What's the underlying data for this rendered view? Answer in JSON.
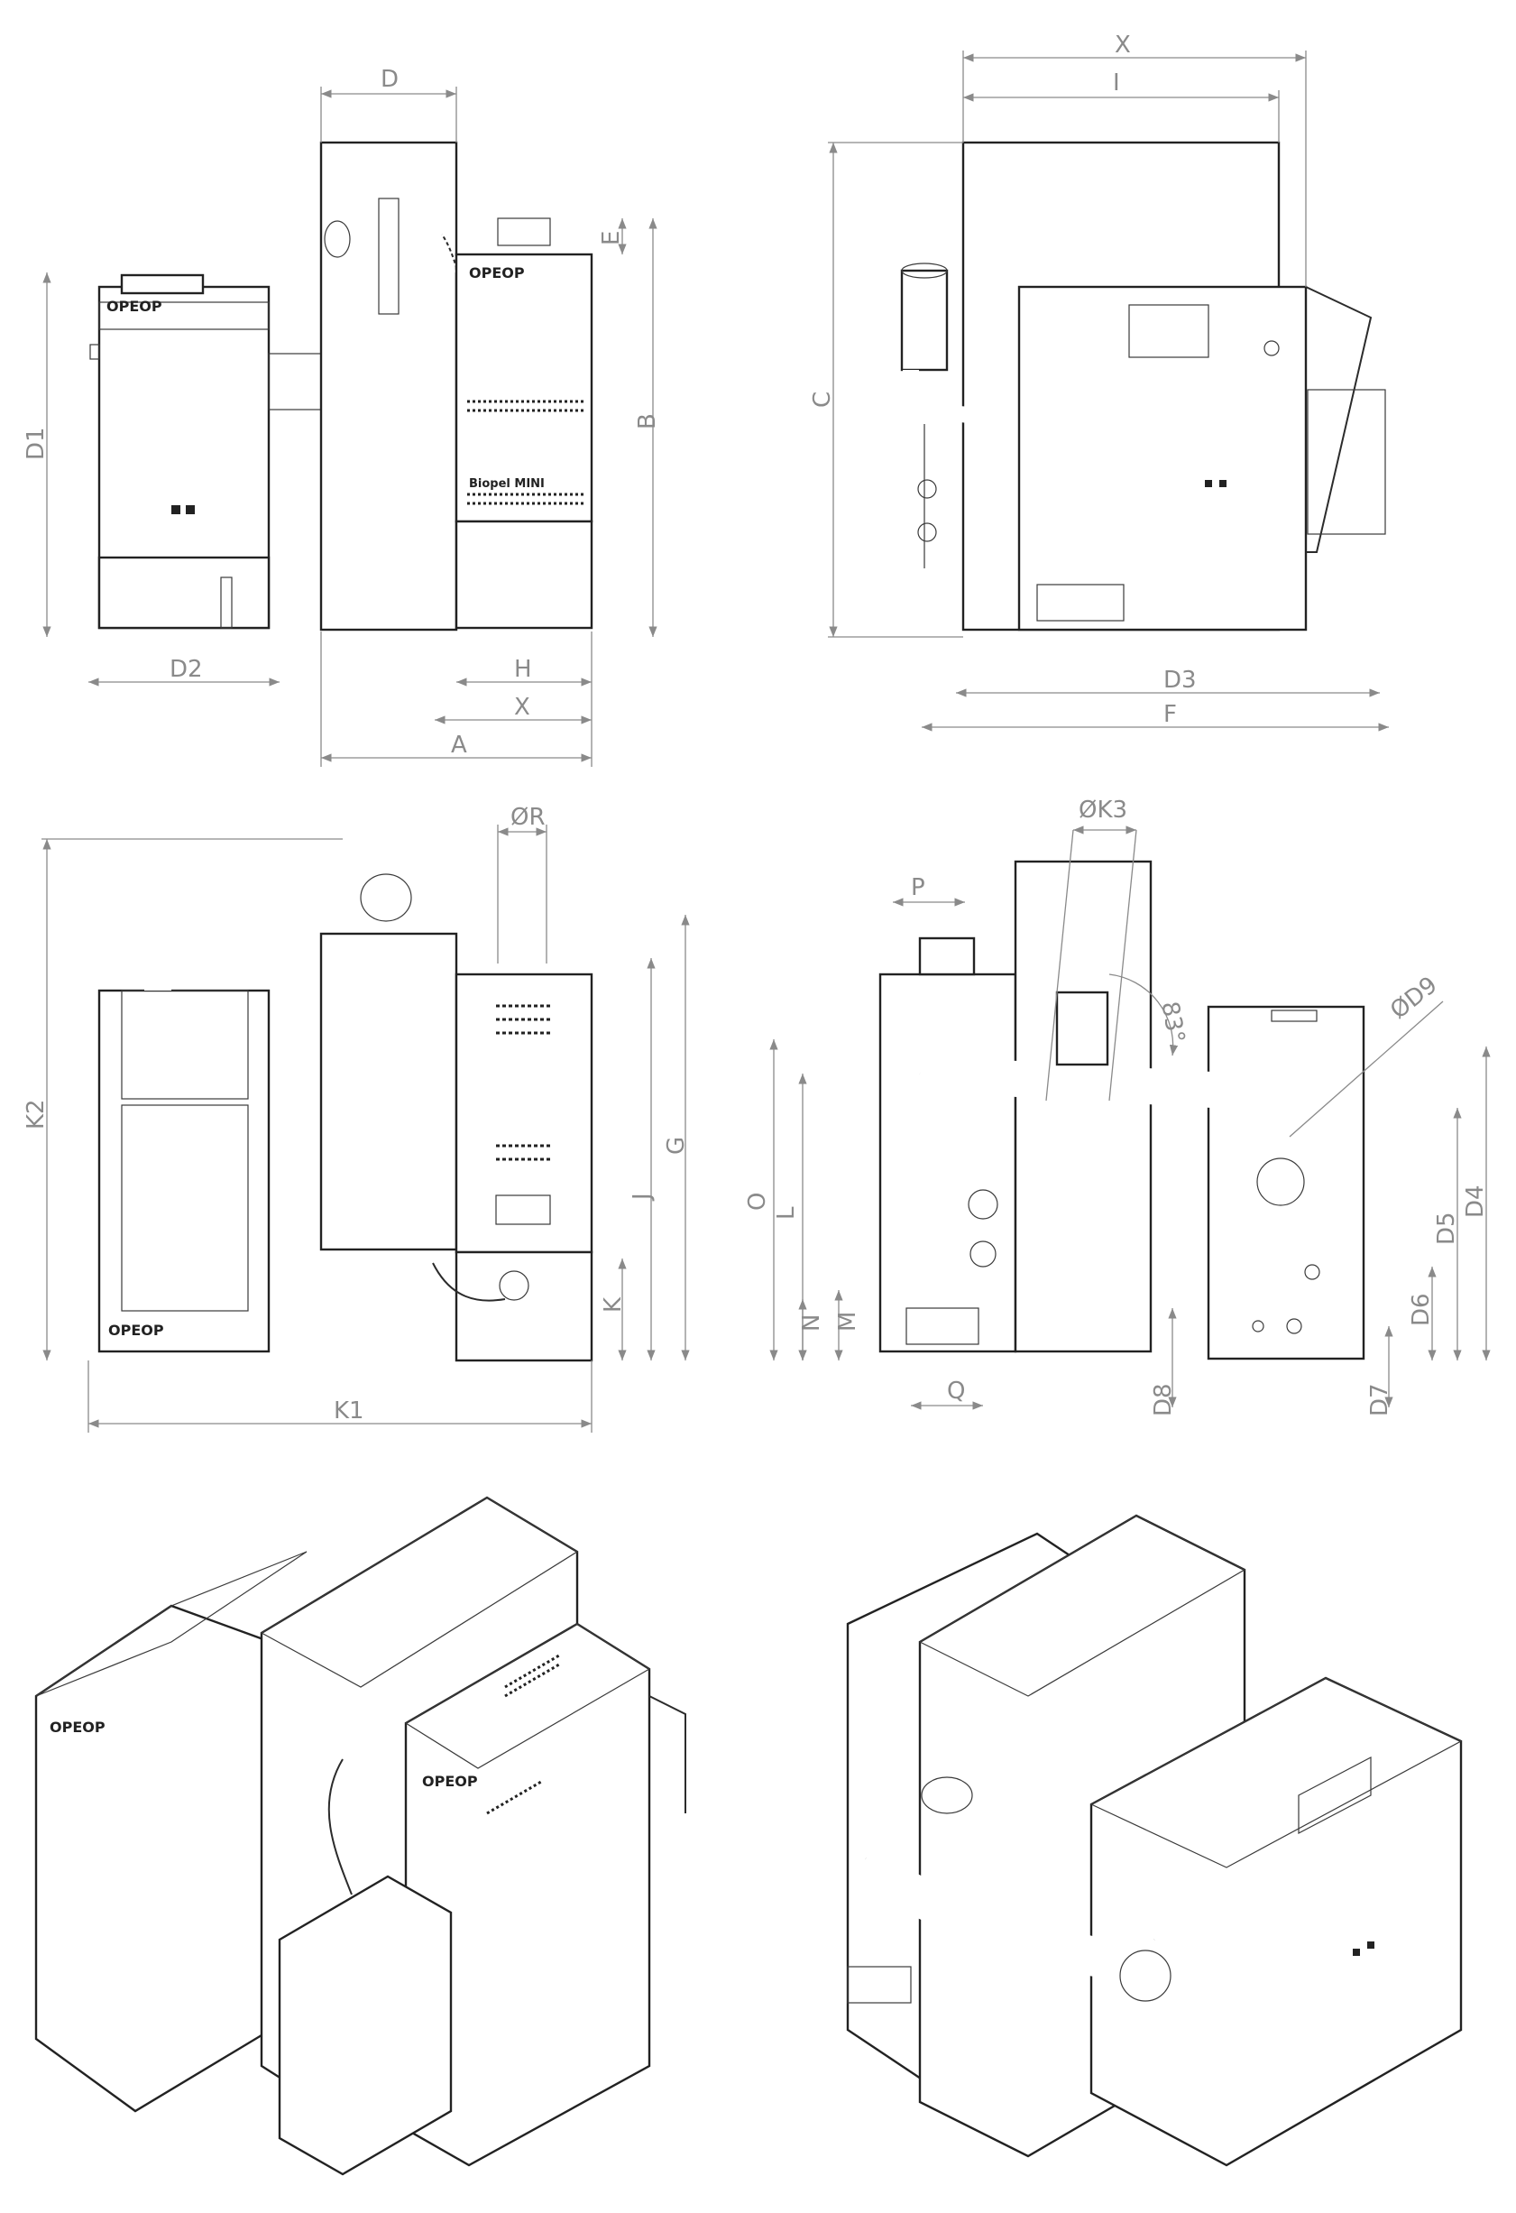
{
  "colors": {
    "line": "#222222",
    "dimension": "#8a8a8a",
    "background": "#ffffff"
  },
  "labels": {
    "D": "D",
    "E": "E",
    "B": "B",
    "D1": "D1",
    "D2": "D2",
    "H": "H",
    "X_left": "X",
    "A": "A",
    "X_top": "X",
    "I": "I",
    "C": "C",
    "D3": "D3",
    "F": "F",
    "OR": "ØR",
    "K2": "K2",
    "G": "G",
    "J": "J",
    "K": "K",
    "K1": "K1",
    "OK3": "ØK3",
    "P": "P",
    "angle": "83°",
    "OD9": "ØD9",
    "O": "O",
    "L": "L",
    "N": "N",
    "M": "M",
    "Q": "Q",
    "D4": "D4",
    "D5": "D5",
    "D6": "D6",
    "D7": "D7",
    "D8": "D8"
  },
  "brand_text": {
    "logo": "OPEOP",
    "model": "Biopel MINI"
  }
}
